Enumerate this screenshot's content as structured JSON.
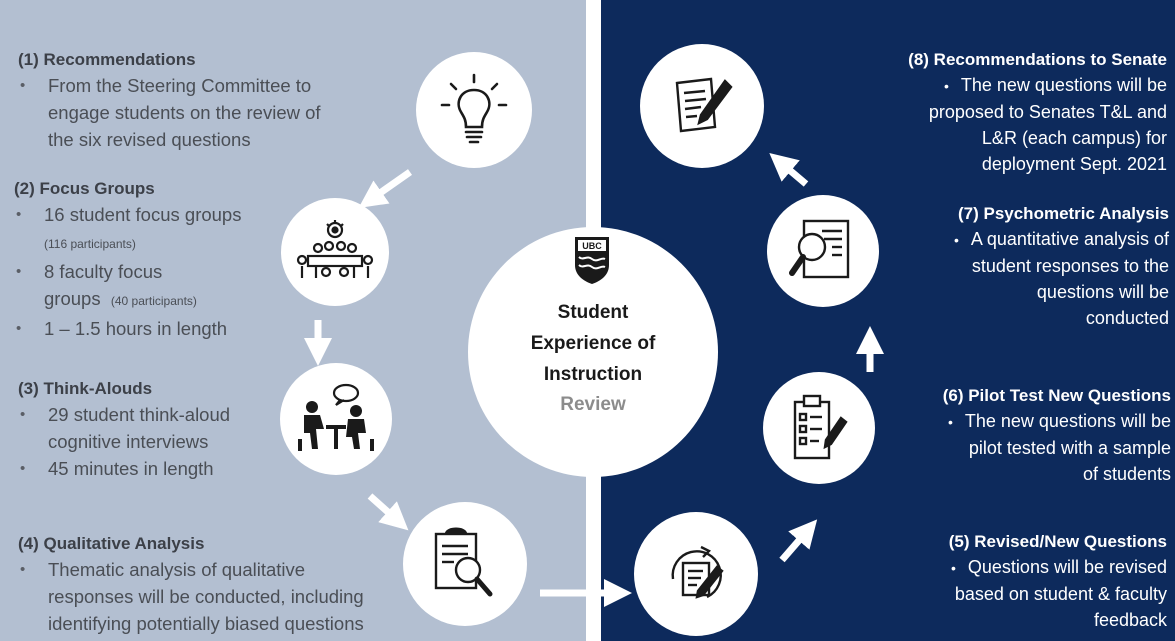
{
  "center": {
    "logo_text": "UBC",
    "title_line1": "Student",
    "title_line2": "Experience of",
    "title_line3": "Instruction",
    "subtitle": "Review"
  },
  "steps": {
    "s1": {
      "title": "(1) Recommendations",
      "lines": [
        "From the Steering Committee to",
        "engage students on the review of",
        "the six revised questions"
      ]
    },
    "s2": {
      "title": "(2) Focus Groups",
      "b1": "16 student focus groups",
      "b1_note": "(116 participants)",
      "b2": "8 faculty focus",
      "b2_cont": "groups",
      "b2_note": "(40 participants)",
      "b3": "1 – 1.5 hours in length"
    },
    "s3": {
      "title": "(3) Think-Alouds",
      "b1": "29 student think-aloud",
      "b1_cont": "cognitive interviews",
      "b2": "45 minutes in length"
    },
    "s4": {
      "title": "(4) Qualitative Analysis",
      "lines": [
        "Thematic analysis of qualitative",
        "responses will be conducted, including",
        "identifying potentially biased questions"
      ]
    },
    "s5": {
      "title": "(5) Revised/New Questions",
      "lines": [
        "Questions will be revised",
        "based on student & faculty",
        "feedback"
      ]
    },
    "s6": {
      "title": "(6) Pilot Test New Questions",
      "lines": [
        "The new questions will be",
        "pilot tested with a sample",
        "of  students"
      ]
    },
    "s7": {
      "title": "(7) Psychometric Analysis",
      "lines": [
        "A quantitative analysis of",
        "student responses to the",
        "questions will be",
        "conducted"
      ]
    },
    "s8": {
      "title": "(8) Recommendations to Senate",
      "lines": [
        "The new questions will be",
        "proposed to Senates T&L and",
        "L&R  (each campus) for",
        "deployment Sept. 2021"
      ]
    }
  },
  "icons": [
    "lightbulb-icon",
    "meeting-icon",
    "conversation-icon",
    "search-document-icon",
    "edit-document-icon",
    "checklist-icon",
    "analysis-document-icon",
    "write-document-icon"
  ],
  "colors": {
    "left_bg": "#b3bfd1",
    "right_bg": "#0d2a5c",
    "arrow": "#ffffff"
  }
}
